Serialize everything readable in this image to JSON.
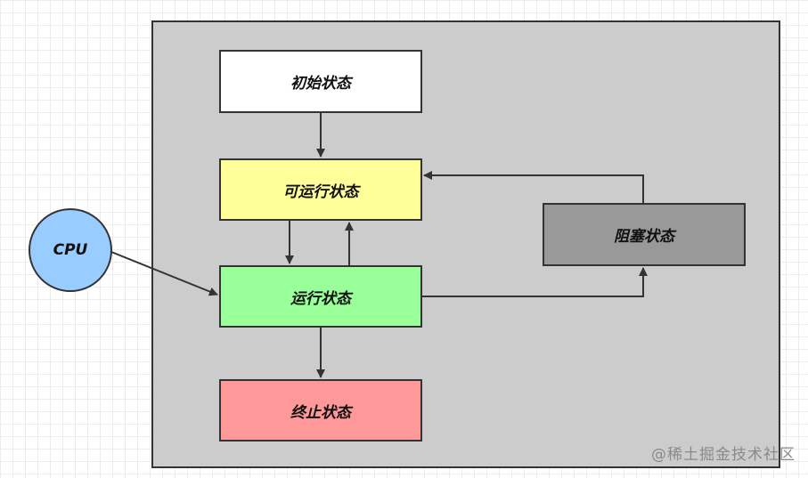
{
  "diagram": {
    "states": {
      "initial": {
        "label": "初始状态",
        "color": "#ffffff"
      },
      "runnable": {
        "label": "可运行状态",
        "color": "#ffff99"
      },
      "running": {
        "label": "运行状态",
        "color": "#99ff99"
      },
      "blocked": {
        "label": "阻塞状态",
        "color": "#999999"
      },
      "terminated": {
        "label": "终止状态",
        "color": "#ff9999"
      }
    },
    "cpu": {
      "label": "CPU",
      "color": "#99ccff"
    },
    "panel_color": "#cccccc",
    "line_color": "#333333"
  },
  "watermark": "@稀土掘金技术社区"
}
